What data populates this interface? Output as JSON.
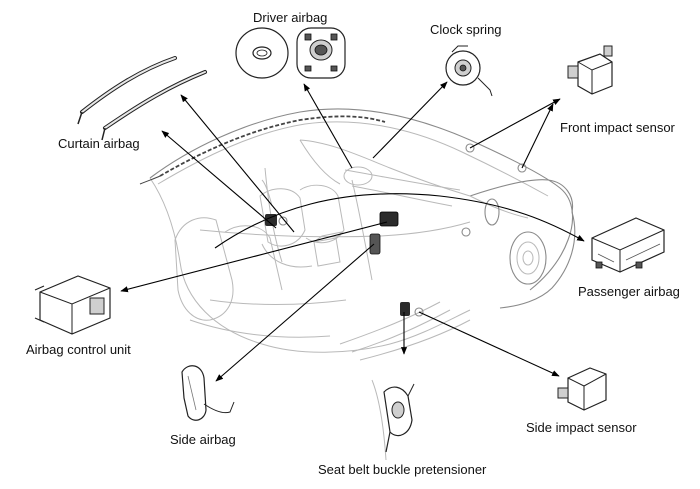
{
  "labels": {
    "driver_airbag": "Driver airbag",
    "clock_spring": "Clock spring",
    "curtain_airbag": "Curtain airbag",
    "front_impact_sensor": "Front impact sensor",
    "passenger_airbag": "Passenger airbag",
    "airbag_control_unit": "Airbag control unit",
    "side_airbag": "Side airbag",
    "side_impact_sensor": "Side impact sensor",
    "seat_belt_buckle_pretensioner": "Seat belt buckle pretensioner"
  }
}
